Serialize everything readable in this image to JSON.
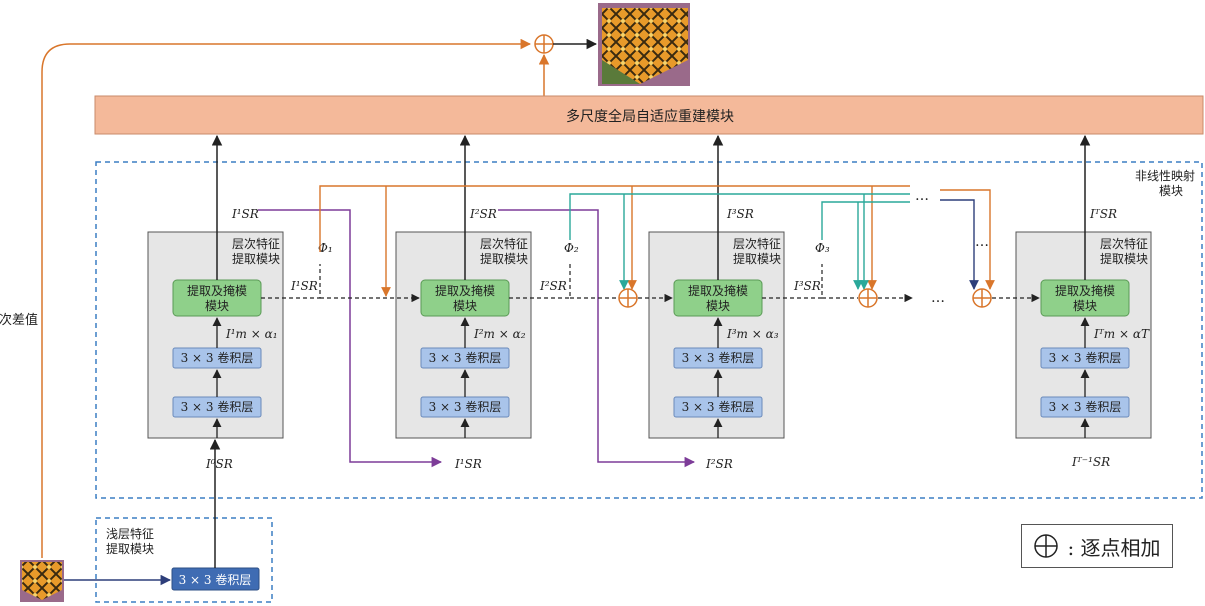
{
  "reconstruction_module": "多尺度全局自适应重建模块",
  "nonlinear_label": [
    "非线性映射",
    "模块"
  ],
  "shallow_label": [
    "浅层特征",
    "提取模块"
  ],
  "bicubic_label": "双三次差值",
  "shallow_conv": "3 × 3 卷积层",
  "legend_text": ": 逐点相加",
  "ellipsis": "…",
  "hierarchical_blocks": [
    {
      "title": [
        "层次特征",
        "提取模块"
      ],
      "extract_mask": [
        "提取及掩模",
        "模块"
      ],
      "conv_upper": "3 × 3 卷积层",
      "conv_lower": "3 × 3 卷积层",
      "output_label": "I¹SR",
      "scale_label": "I¹m × α₁",
      "side_label": "I¹SR",
      "phi_label": "Φ₁",
      "input_label": "I⁰SR"
    },
    {
      "title": [
        "层次特征",
        "提取模块"
      ],
      "extract_mask": [
        "提取及掩模",
        "模块"
      ],
      "conv_upper": "3 × 3 卷积层",
      "conv_lower": "3 × 3 卷积层",
      "output_label": "I²SR",
      "scale_label": "I²m × α₂",
      "side_label": "I²SR",
      "phi_label": "Φ₂",
      "input_label": "I¹SR"
    },
    {
      "title": [
        "层次特征",
        "提取模块"
      ],
      "extract_mask": [
        "提取及掩模",
        "模块"
      ],
      "conv_upper": "3 × 3 卷积层",
      "conv_lower": "3 × 3 卷积层",
      "output_label": "I³SR",
      "scale_label": "I³m × α₃",
      "side_label": "I³SR",
      "phi_label": "Φ₃",
      "input_label": "I²SR"
    },
    {
      "title": [
        "层次特征",
        "提取模块"
      ],
      "extract_mask": [
        "提取及掩模",
        "模块"
      ],
      "conv_upper": "3 × 3 卷积层",
      "conv_lower": "3 × 3 卷积层",
      "output_label": "IᵀSR",
      "scale_label": "Iᵀm × αT",
      "side_label": "",
      "phi_label": "",
      "input_label": "Iᵀ⁻¹SR"
    }
  ],
  "colors": {
    "reconstruction_fill": "#f4b99a",
    "block_fill": "#e6e6e6",
    "green_fill": "#8fd08a",
    "conv_fill": "#a9c4ea",
    "shallow_conv_fill": "#3f6cb3",
    "orange": "#d9762b",
    "purple": "#7d3c98",
    "teal": "#2aa89a",
    "navy": "#2d3e7a",
    "dashed_blue": "#3b7ec4"
  }
}
